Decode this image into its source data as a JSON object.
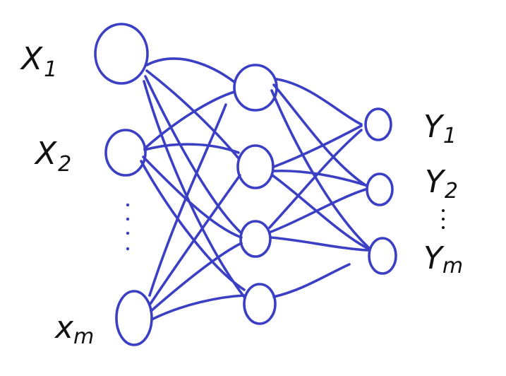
{
  "input_labels": [
    {
      "base": "X",
      "sub": "1"
    },
    {
      "base": "X",
      "sub": "2"
    },
    {
      "base": "x",
      "sub": "m"
    }
  ],
  "output_labels": [
    {
      "base": "Y",
      "sub": "1"
    },
    {
      "base": "Y",
      "sub": "2"
    },
    {
      "base": "Y",
      "sub": "m"
    }
  ],
  "colors": {
    "network": "#3b3fc4",
    "ink": "#111111"
  },
  "layers": [
    {
      "name": "input",
      "visible_nodes": 3,
      "ellipsis": true
    },
    {
      "name": "hidden",
      "visible_nodes": 4,
      "ellipsis": false
    },
    {
      "name": "output",
      "visible_nodes": 3,
      "ellipsis": true
    }
  ]
}
